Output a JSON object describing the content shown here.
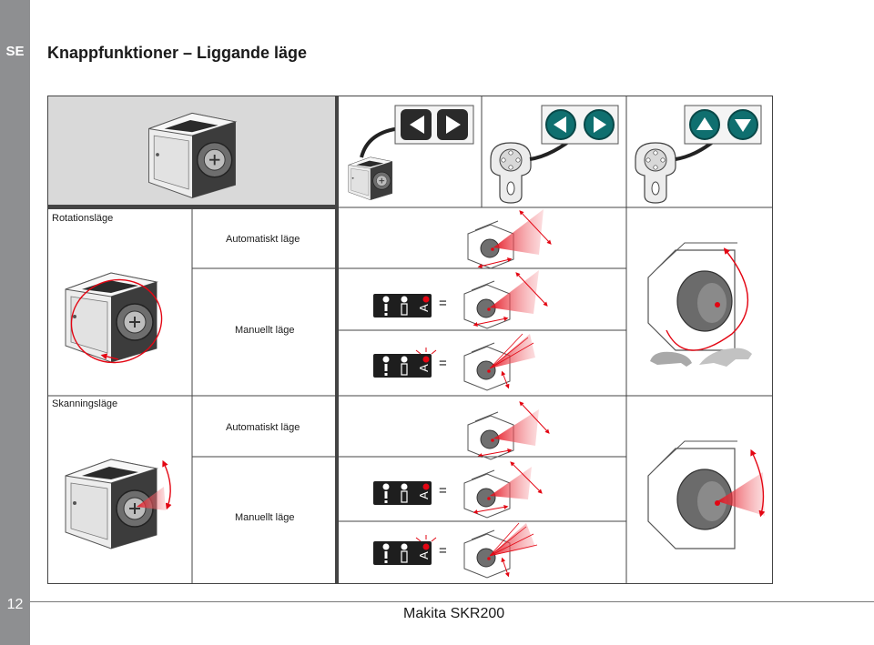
{
  "sidebar": {
    "language": "SE",
    "page_number": "12"
  },
  "header": {
    "title": "Knappfunktioner – Liggande läge"
  },
  "sections": [
    {
      "mode": "Rotationsläge",
      "auto": "Automatiskt läge",
      "manual": "Manuellt läge"
    },
    {
      "mode": "Skanningsläge",
      "auto": "Automatiskt läge",
      "manual": "Manuellt läge"
    }
  ],
  "indicator": {
    "equals": "=",
    "letter": "A"
  },
  "footer": {
    "model": "Makita SKR200"
  },
  "colors": {
    "sidebar": "#8e8f91",
    "laser": "#e30613",
    "button_teal": "#0f6f6f",
    "button_dark": "#2a2a2a",
    "gray_panel": "#d9d9d9"
  },
  "icons": [
    "laser-device-icon",
    "left-arrow-icon",
    "right-arrow-icon",
    "up-arrow-icon",
    "down-arrow-icon",
    "remote-control-icon",
    "turtle-icon",
    "hare-icon",
    "led-indicator-icon"
  ]
}
